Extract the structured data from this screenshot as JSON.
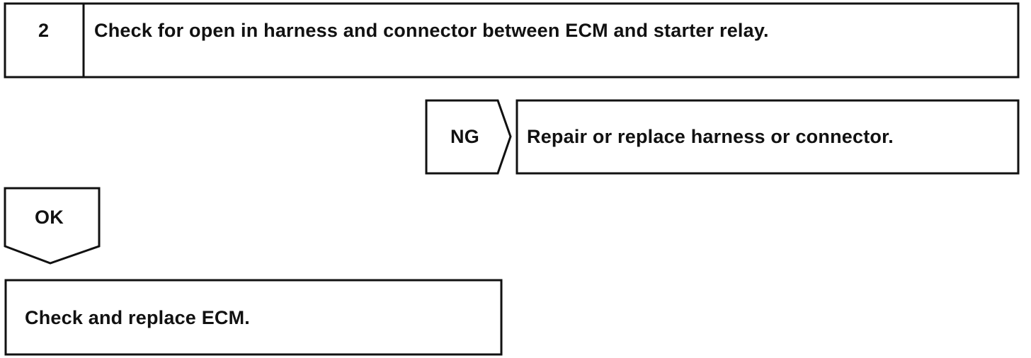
{
  "step": {
    "number": "2",
    "title": "Check for open in harness and connector between ECM and starter relay."
  },
  "ng_branch": {
    "label": "NG",
    "action": "Repair or replace harness or connector."
  },
  "ok_branch": {
    "label": "OK",
    "action": "Check and replace ECM."
  }
}
